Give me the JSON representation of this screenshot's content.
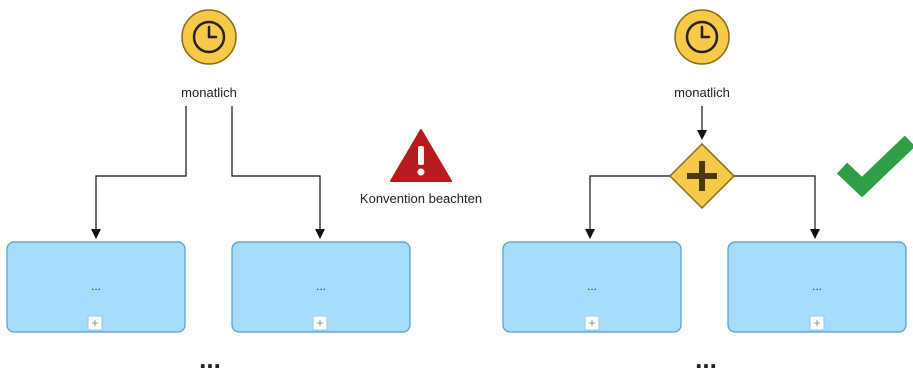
{
  "left_process": {
    "timer_label": "monatlich",
    "tasks": [
      {
        "text": "...",
        "marker": "+"
      },
      {
        "text": "...",
        "marker": "+"
      }
    ],
    "continuation": "..."
  },
  "warning": {
    "icon": "warning-triangle-icon",
    "label": "Konvention beachten",
    "color": "#b71c1c"
  },
  "right_process": {
    "timer_label": "monatlich",
    "gateway_symbol": "parallel-gateway-plus",
    "tasks": [
      {
        "text": "...",
        "marker": "+"
      },
      {
        "text": "...",
        "marker": "+"
      }
    ],
    "continuation": "..."
  },
  "approval": {
    "icon": "checkmark-icon",
    "color": "#2e9e46"
  },
  "colors": {
    "timer_fill": "#f7c948",
    "timer_stroke": "#8a6a12",
    "gateway_fill": "#f7c948",
    "task_fill": "#a8dcfc",
    "task_stroke": "#4b9fd6"
  }
}
